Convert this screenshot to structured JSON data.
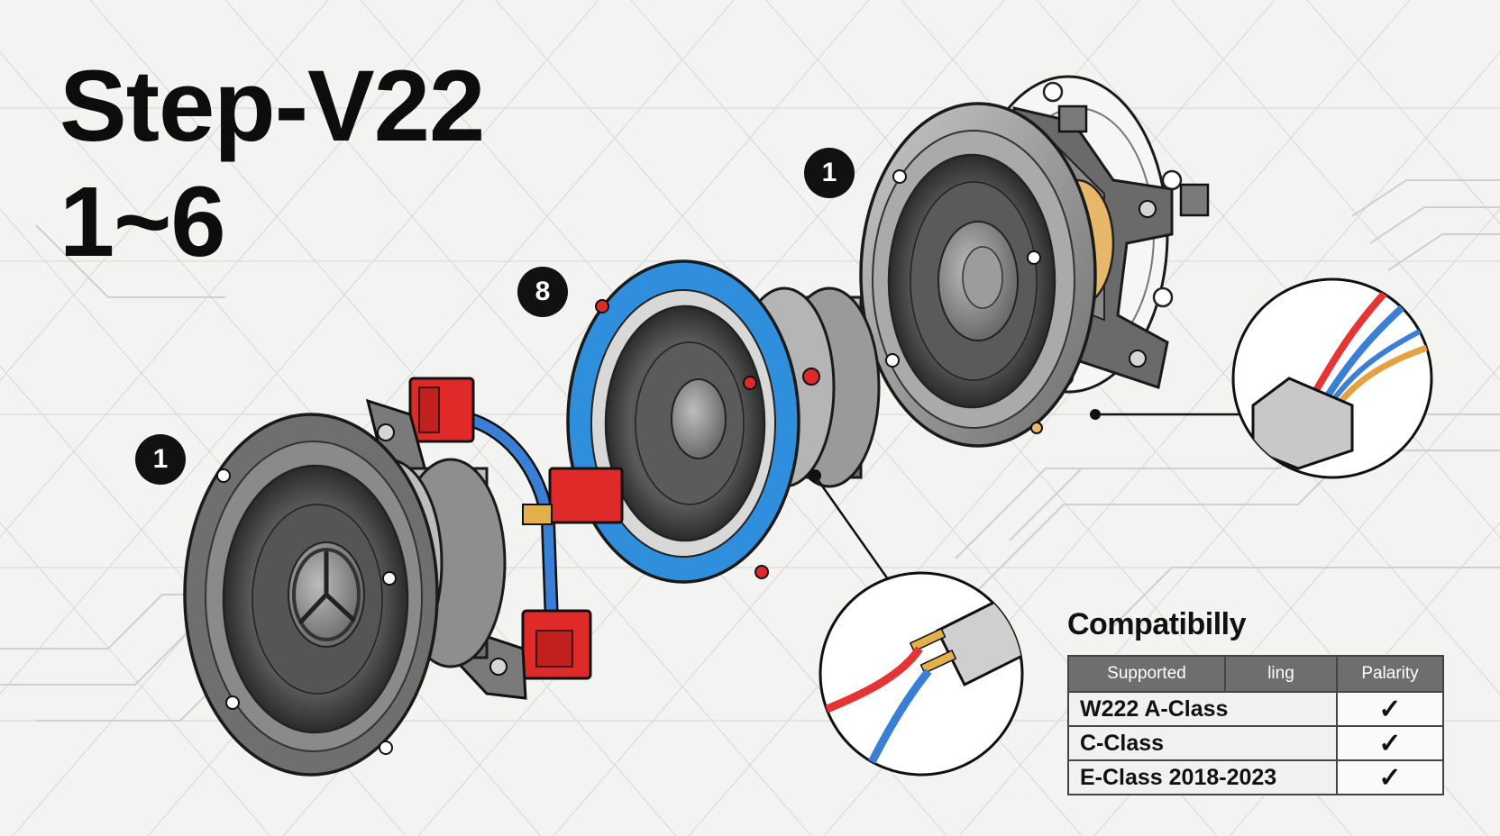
{
  "title": {
    "line1": "Step-V22",
    "line2": "1~6"
  },
  "markers": [
    {
      "id": "top-right",
      "label": "1"
    },
    {
      "id": "middle",
      "label": "8"
    },
    {
      "id": "left",
      "label": "1"
    }
  ],
  "compatibility": {
    "title": "Compatibilly",
    "columns": [
      "Supported",
      "\u0002ling",
      "Palarity"
    ],
    "rows": [
      {
        "model": "W222 A-Class",
        "check": "✓"
      },
      {
        "model": "C-Class",
        "check": "✓"
      },
      {
        "model": "E-Class 2018-2023",
        "check": "✓"
      }
    ]
  },
  "colors": {
    "wire_red": "#e63434",
    "wire_blue": "#3a7fd6",
    "gasket_blue": "#2f8fdc",
    "connector_red": "#e02a2a",
    "metal": "#8d8d8d",
    "cone": "#4a4a4a"
  }
}
